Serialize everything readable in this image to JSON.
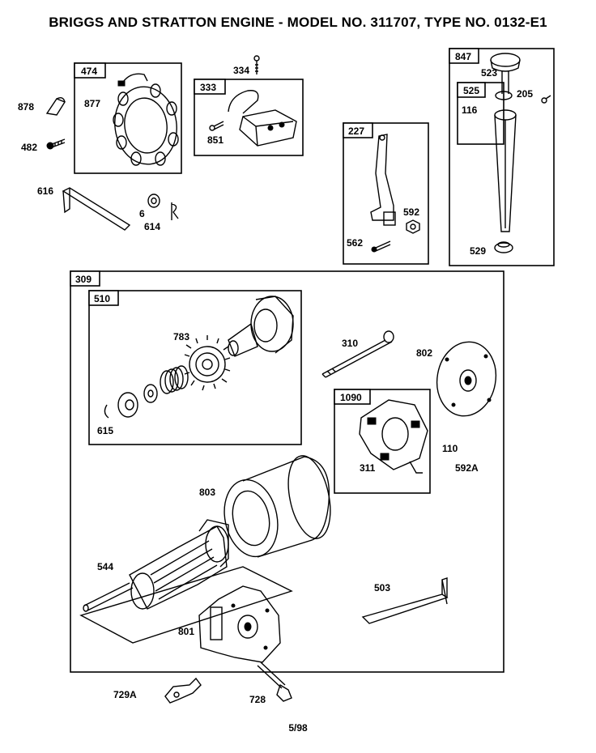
{
  "title": "BRIGGS AND STRATTON ENGINE - MODEL NO. 311707, TYPE NO. 0132-E1",
  "footer": "5/98",
  "parts": {
    "p474": "474",
    "p877": "877",
    "p878": "878",
    "p482": "482",
    "p334": "334",
    "p333": "333",
    "p851": "851",
    "p227": "227",
    "p592": "592",
    "p562": "562",
    "p847": "847",
    "p523": "523",
    "p525": "525",
    "p205": "205",
    "p116": "116",
    "p529": "529",
    "p616": "616",
    "p6": "6",
    "p614": "614",
    "p309": "309",
    "p510": "510",
    "p783": "783",
    "p615": "615",
    "p310": "310",
    "p802": "802",
    "p1090": "1090",
    "p110": "110",
    "p311": "311",
    "p592A": "592A",
    "p803": "803",
    "p544": "544",
    "p503": "503",
    "p801": "801",
    "p729A": "729A",
    "p728": "728"
  }
}
